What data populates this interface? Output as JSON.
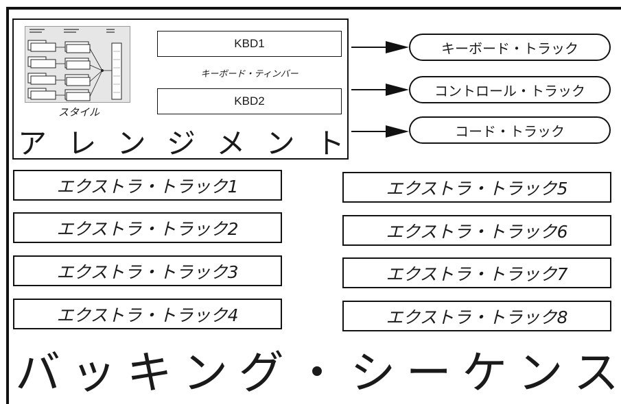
{
  "arrangement": {
    "style_label": "スタイル",
    "kbd1": "KBD1",
    "keyboard_timbre": "キーボード・ティンバー",
    "kbd2": "KBD2",
    "title_chars": [
      "ア",
      "レ",
      "ン",
      "ジ",
      "メ",
      "ン",
      "ト"
    ]
  },
  "tracks": {
    "keyboard_track": "キーボード・トラック",
    "control_track": "コントロール・トラック",
    "chord_track": "コード・トラック"
  },
  "extra_tracks": [
    "エクストラ・トラック1",
    "エクストラ・トラック2",
    "エクストラ・トラック3",
    "エクストラ・トラック4",
    "エクストラ・トラック5",
    "エクストラ・トラック6",
    "エクストラ・トラック7",
    "エクストラ・トラック8"
  ],
  "backing_sequence_chars": [
    "バ",
    "ッ",
    "キ",
    "ン",
    "グ",
    "・",
    "シ",
    "ー",
    "ケ",
    "ン",
    "ス"
  ]
}
